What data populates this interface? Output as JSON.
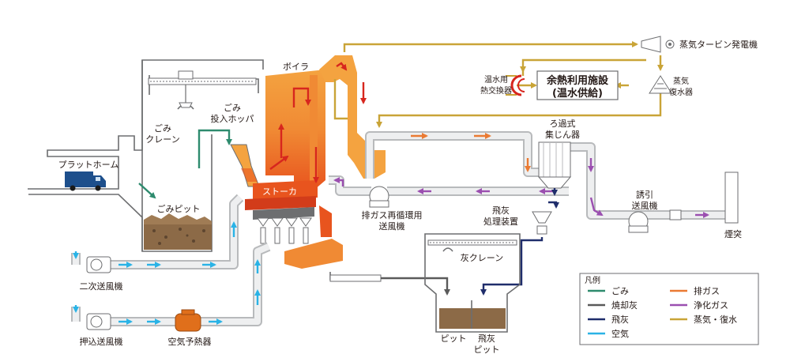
{
  "labels": {
    "boiler": "ボイラ",
    "turbine": "蒸気タービン発電機",
    "heat_facility_line1": "余熱利用施設",
    "heat_facility_line2": "(温水供給)",
    "hw_exchanger_line1": "温水用",
    "hw_exchanger_line2": "熱交換器",
    "condenser_line1": "蒸気",
    "condenser_line2": "復水器",
    "bag_filter_line1": "ろ過式",
    "bag_filter_line2": "集じん器",
    "induced_fan_line1": "誘引",
    "induced_fan_line2": "送風機",
    "chimney": "煙突",
    "waste_crane_line1": "ごみ",
    "waste_crane_line2": "クレーン",
    "hopper_line1": "ごみ",
    "hopper_line2": "投入ホッパ",
    "platform": "プラットホーム",
    "waste_pit": "ごみピット",
    "stoker": "ストーカ",
    "recirc_fan_line1": "排ガス再循環用",
    "recirc_fan_line2": "送風機",
    "fly_ash_treatment_line1": "飛灰",
    "fly_ash_treatment_line2": "処理装置",
    "ash_crane": "灰クレーン",
    "pit": "ピット",
    "fly_ash_pit_line1": "飛灰",
    "fly_ash_pit_line2": "ピット",
    "secondary_fan": "二次送風機",
    "forced_fan": "押込送風機",
    "air_preheater": "空気予熱器"
  },
  "legend": {
    "title": "凡例",
    "items": [
      {
        "label": "ごみ",
        "color": "#2e8b6e"
      },
      {
        "label": "焼却灰",
        "color": "#5a5a5a"
      },
      {
        "label": "飛灰",
        "color": "#1f2d6b"
      },
      {
        "label": "空気",
        "color": "#2ab3e6"
      },
      {
        "label": "排ガス",
        "color": "#ea7a33"
      },
      {
        "label": "浄化ガス",
        "color": "#9b4fb0"
      },
      {
        "label": "蒸気・復水",
        "color": "#c9a437"
      }
    ]
  },
  "colors": {
    "waste": "#2e8b6e",
    "ash": "#5a5a5a",
    "fly_ash": "#1f2d6b",
    "air": "#2ab3e6",
    "exhaust": "#ea7a33",
    "clean_gas": "#9b4fb0",
    "steam": "#c9a437",
    "boiler_fill": "#f4a340",
    "fire": "#e8541e",
    "truck": "#1d4f8c"
  },
  "icons": {
    "turbine": "turbine-icon",
    "condenser": "condenser-icon",
    "truck": "truck-icon",
    "crane": "crane-grab-icon",
    "bag_filter": "bag-filter-icon",
    "fan": "fan-icon"
  }
}
